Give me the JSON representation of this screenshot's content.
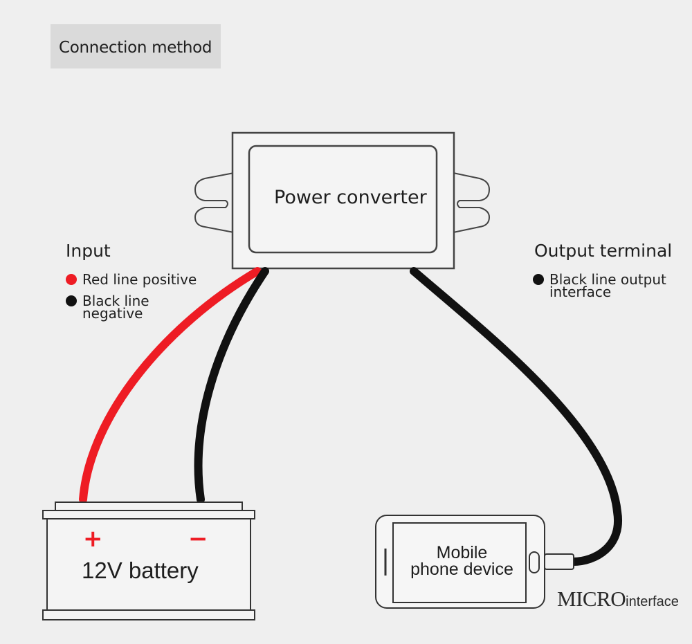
{
  "title": "Connection method",
  "converter": {
    "label": "Power converter"
  },
  "input": {
    "heading": "Input",
    "items": [
      {
        "color": "#ee1c24",
        "text": "Red line positive"
      },
      {
        "color": "#111111",
        "text": "Black line\nnegative"
      }
    ]
  },
  "output": {
    "heading": "Output terminal",
    "items": [
      {
        "color": "#111111",
        "text": "Black line output\ninterface"
      }
    ]
  },
  "battery": {
    "label": "12V battery",
    "plus": "+",
    "minus": "−"
  },
  "phone": {
    "label": "Mobile\nphone device"
  },
  "connector": {
    "big": "MICRO",
    "small": "interface"
  },
  "colors": {
    "positive_wire": "#ee1c24",
    "negative_wire": "#111111",
    "background": "#efefef"
  }
}
